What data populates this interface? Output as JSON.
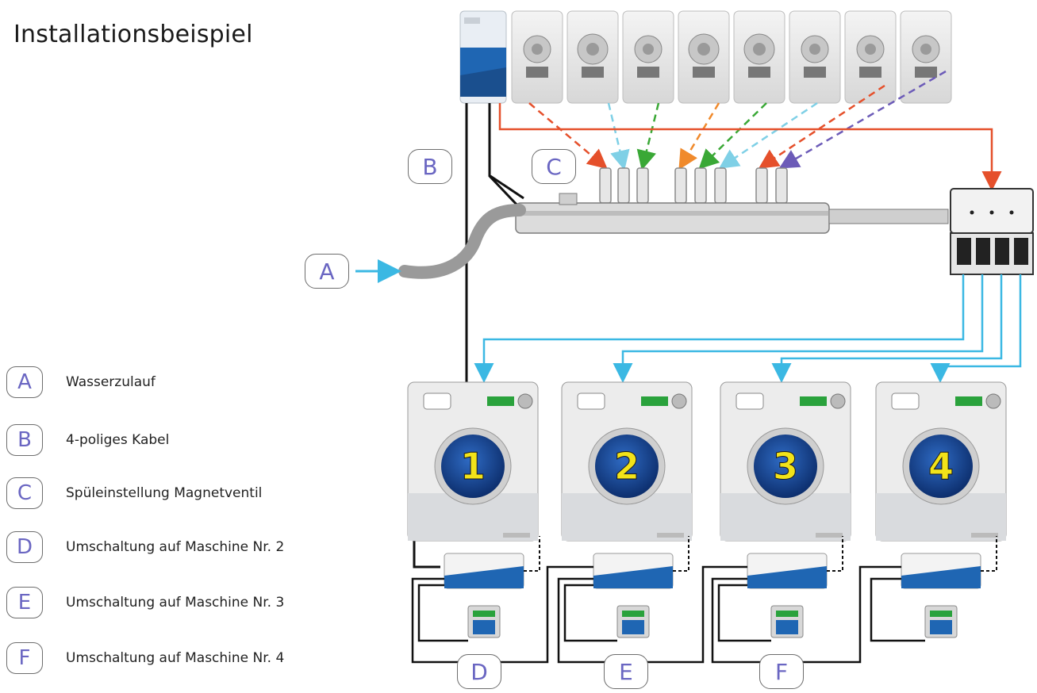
{
  "title": "Installationsbeispiel",
  "legend": [
    {
      "key": "A",
      "text": "Wasserzulauf"
    },
    {
      "key": "B",
      "text": "4-poliges Kabel"
    },
    {
      "key": "C",
      "text": "Spüleinstellung Magnetventil"
    },
    {
      "key": "D",
      "text": "Umschaltung auf Maschine Nr. 2"
    },
    {
      "key": "E",
      "text": "Umschaltung auf Maschine Nr. 3"
    },
    {
      "key": "F",
      "text": "Umschaltung auf Maschine Nr. 4"
    }
  ],
  "callouts": {
    "a": "A",
    "b": "B",
    "c": "C",
    "d": "D",
    "e": "E",
    "f": "F"
  },
  "machines": [
    "1",
    "2",
    "3",
    "4"
  ],
  "colors": {
    "accent_letter": "#6a66c2",
    "water_line": "#3bb8e3",
    "signal_red": "#e5502b",
    "cable": "#111111",
    "drum": "#1c4a9a",
    "drum_number": "#f2e319"
  }
}
